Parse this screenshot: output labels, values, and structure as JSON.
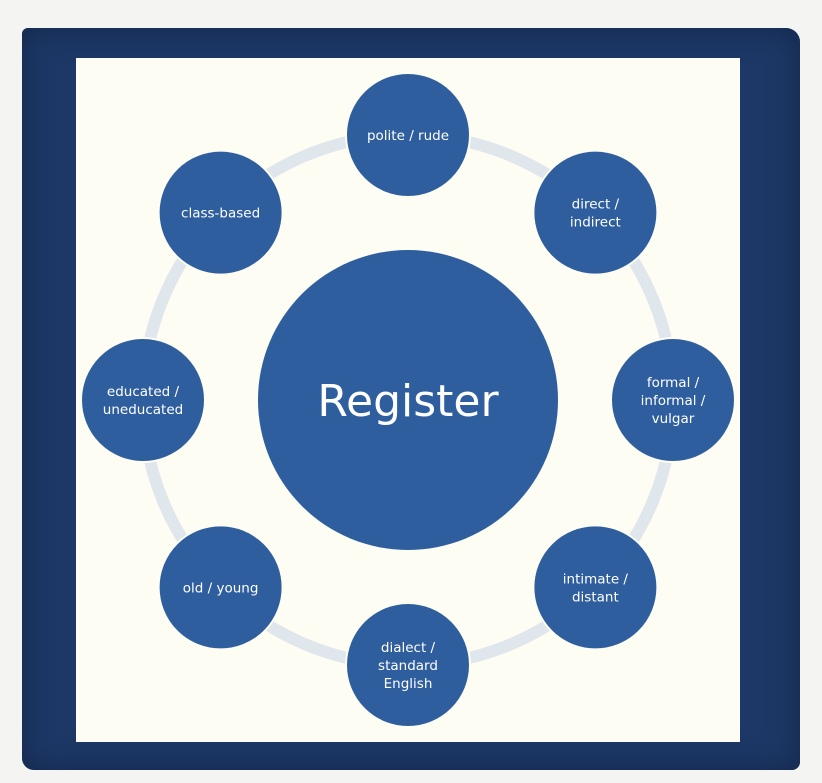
{
  "diagram": {
    "center": {
      "label": "Register"
    },
    "nodes": [
      {
        "lines": [
          "polite / rude"
        ]
      },
      {
        "lines": [
          "direct /",
          "indirect"
        ]
      },
      {
        "lines": [
          "formal /",
          "informal /",
          "vulgar"
        ]
      },
      {
        "lines": [
          "intimate /",
          "distant"
        ]
      },
      {
        "lines": [
          "dialect /",
          "standard",
          "English"
        ]
      },
      {
        "lines": [
          "old / young"
        ]
      },
      {
        "lines": [
          "educated /",
          "uneducated"
        ]
      },
      {
        "lines": [
          "class-based"
        ]
      }
    ],
    "colors": {
      "circle": "#2f5e9f",
      "ring": "#dfe6ec",
      "frame": "#1d3866",
      "panel": "#fdfdf3"
    }
  }
}
